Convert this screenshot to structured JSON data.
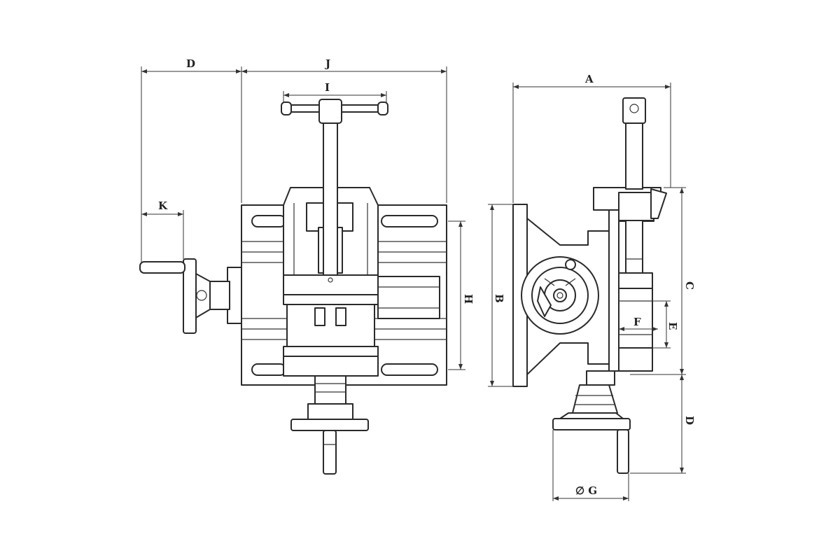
{
  "colors": {
    "line": "#2a2a2a",
    "background": "#ffffff"
  },
  "labels": {
    "front_view": {
      "D": "D",
      "J": "J",
      "I": "I",
      "K": "K",
      "H": "H"
    },
    "side_view": {
      "A": "A",
      "B": "B",
      "C": "C",
      "D": "D",
      "E": "E",
      "F": "F",
      "G": "∅ G"
    }
  }
}
